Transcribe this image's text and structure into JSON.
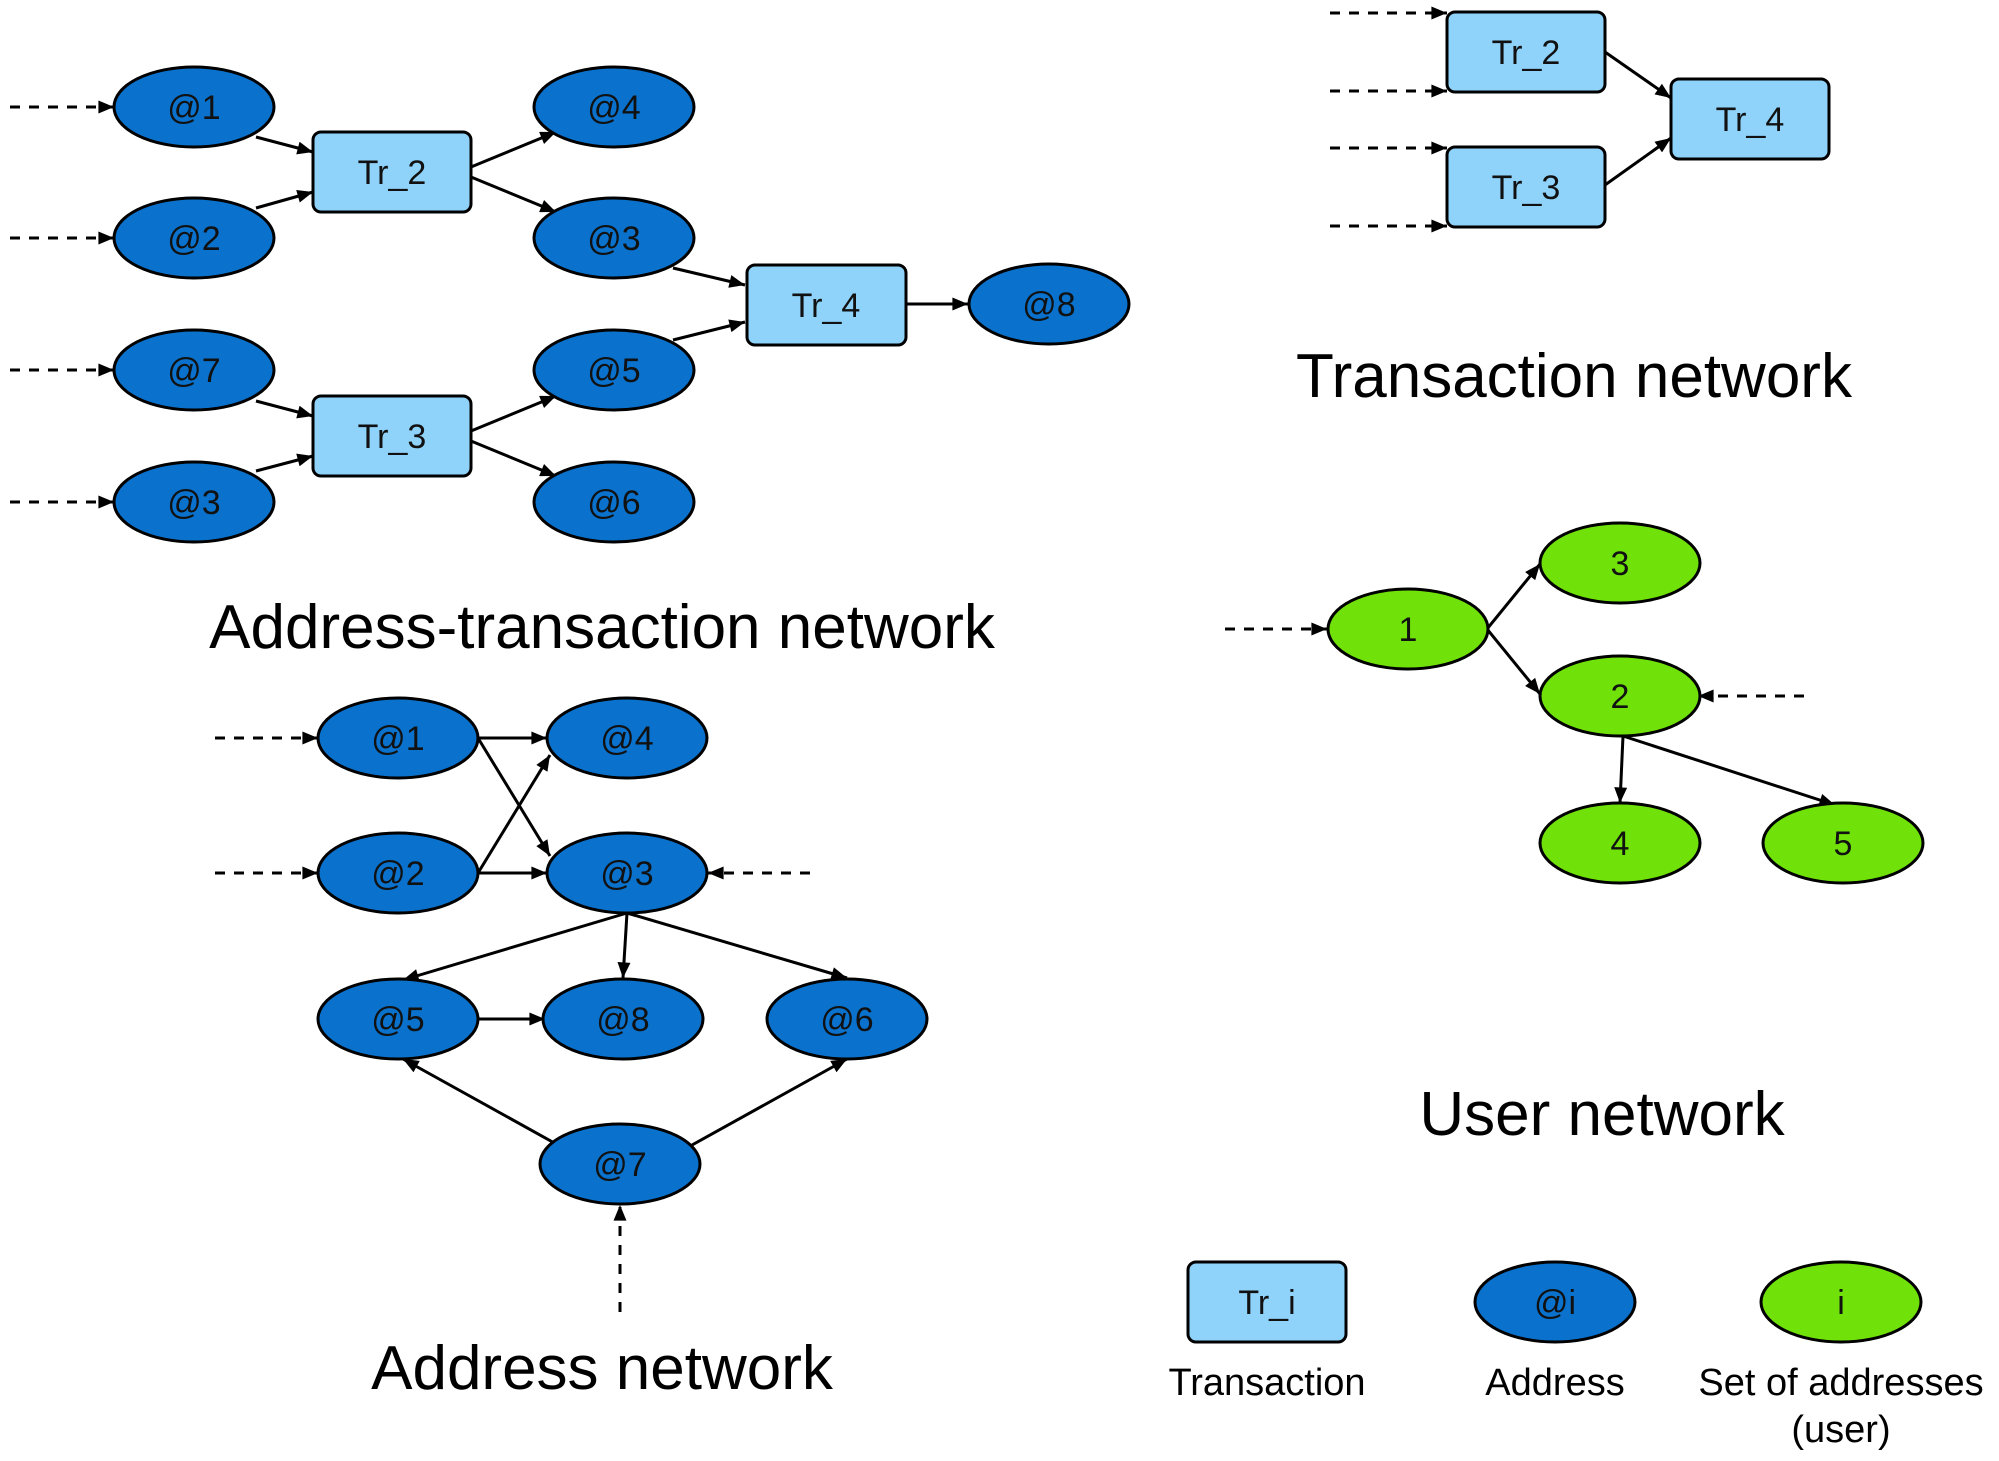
{
  "colors": {
    "address": "#0a72cc",
    "transaction": "#8fd3fb",
    "user": "#70e20a",
    "stroke": "#000000"
  },
  "titles": {
    "address_transaction": "Address-transaction network",
    "transaction": "Transaction network",
    "user": "User network",
    "address": "Address network"
  },
  "address_transaction_network": {
    "addresses": [
      "@1",
      "@2",
      "@7",
      "@3",
      "@4",
      "@3",
      "@5",
      "@6",
      "@8"
    ],
    "transactions": [
      "Tr_2",
      "Tr_3",
      "Tr_4"
    ]
  },
  "transaction_network": {
    "transactions": [
      "Tr_2",
      "Tr_3",
      "Tr_4"
    ]
  },
  "user_network": {
    "users": [
      "1",
      "3",
      "2",
      "4",
      "5"
    ]
  },
  "address_network": {
    "addresses": [
      "@1",
      "@4",
      "@2",
      "@3",
      "@5",
      "@8",
      "@6",
      "@7"
    ]
  },
  "legend": {
    "transaction_symbol": "Tr_i",
    "transaction_label": "Transaction",
    "address_symbol": "@i",
    "address_label": "Address",
    "user_symbol": "i",
    "user_label_line1": "Set of addresses",
    "user_label_line2": "(user)"
  }
}
